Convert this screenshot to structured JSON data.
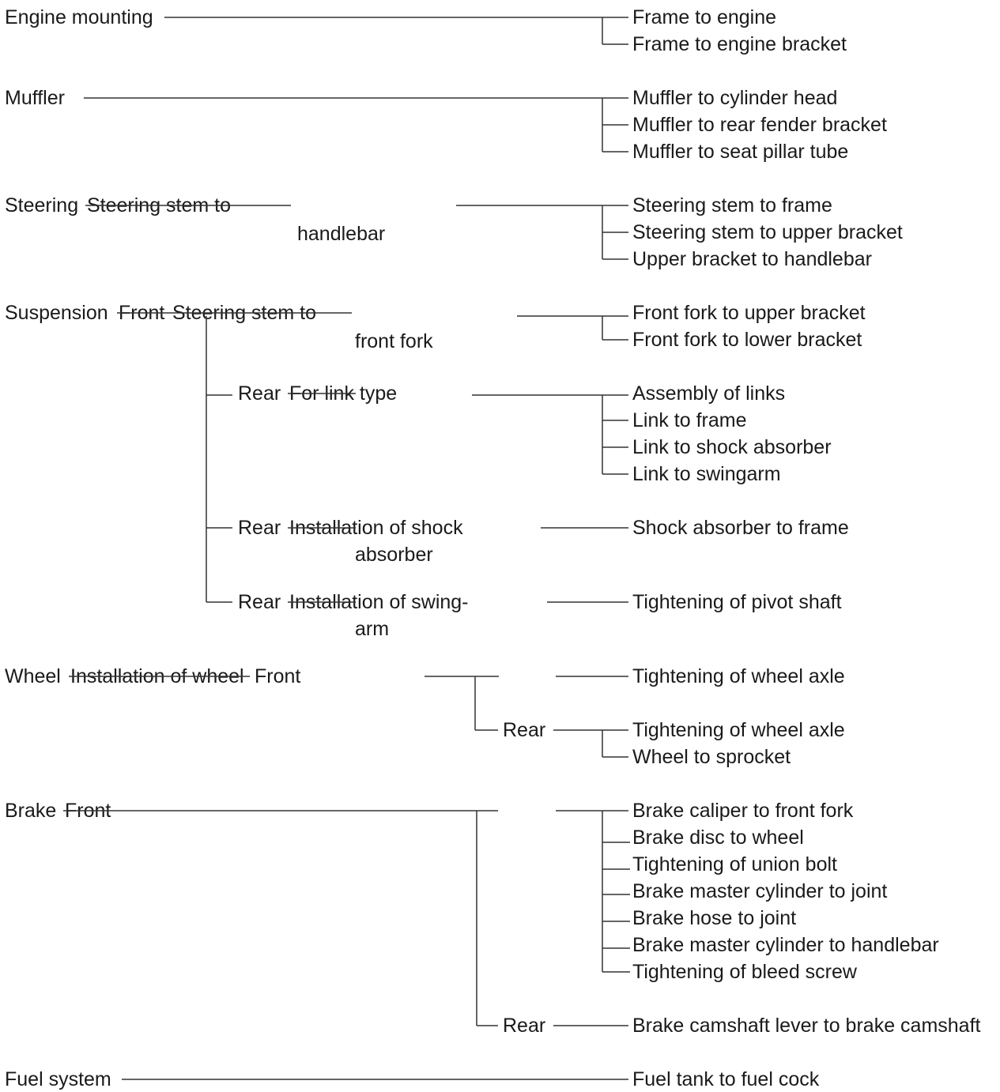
{
  "sections": {
    "engine": {
      "label": "Engine mounting",
      "items": [
        "Frame to engine",
        "Frame to engine bracket"
      ]
    },
    "muffler": {
      "label": "Muffler",
      "items": [
        "Muffler to cylinder head",
        "Muffler to rear fender bracket",
        "Muffler to seat pillar tube"
      ]
    },
    "steering": {
      "label": "Steering",
      "sub_line1": "Steering stem to",
      "sub_line2": "handlebar",
      "items": [
        "Steering stem to frame",
        "Steering stem to upper bracket",
        "Upper bracket to handlebar"
      ]
    },
    "suspension": {
      "label": "Suspension",
      "front": {
        "position": "Front",
        "line1": "Steering stem to",
        "line2": "front fork",
        "items": [
          "Front fork to upper bracket",
          "Front fork to lower bracket"
        ]
      },
      "rear_link": {
        "position": "Rear",
        "line1": "For link type",
        "items": [
          "Assembly of links",
          "Link to frame",
          "Link to shock absorber",
          "Link to swingarm"
        ]
      },
      "rear_shock": {
        "position": "Rear",
        "line1": "Installation of shock",
        "line2": "absorber",
        "items": [
          "Shock absorber to frame"
        ]
      },
      "rear_swing": {
        "position": "Rear",
        "line1": "Installation of swing-",
        "line2": "arm",
        "items": [
          "Tightening of pivot shaft"
        ]
      }
    },
    "wheel": {
      "label": "Wheel",
      "sub": "Installation of wheel",
      "front": {
        "position": "Front",
        "items": [
          "Tightening of wheel axle"
        ]
      },
      "rear": {
        "position": "Rear",
        "items": [
          "Tightening of wheel axle",
          "Wheel to sprocket"
        ]
      }
    },
    "brake": {
      "label": "Brake",
      "front": {
        "position": "Front",
        "items": [
          "Brake caliper to front fork",
          "Brake disc to wheel",
          "Tightening of union bolt",
          "Brake master cylinder to joint",
          "Brake hose to joint",
          "Brake master cylinder to handlebar",
          "Tightening of bleed screw"
        ]
      },
      "rear": {
        "position": "Rear",
        "items": [
          "Brake camshaft lever to brake camshaft"
        ]
      }
    },
    "fuel": {
      "label": "Fuel system",
      "items": [
        "Fuel tank to fuel cock"
      ]
    }
  }
}
